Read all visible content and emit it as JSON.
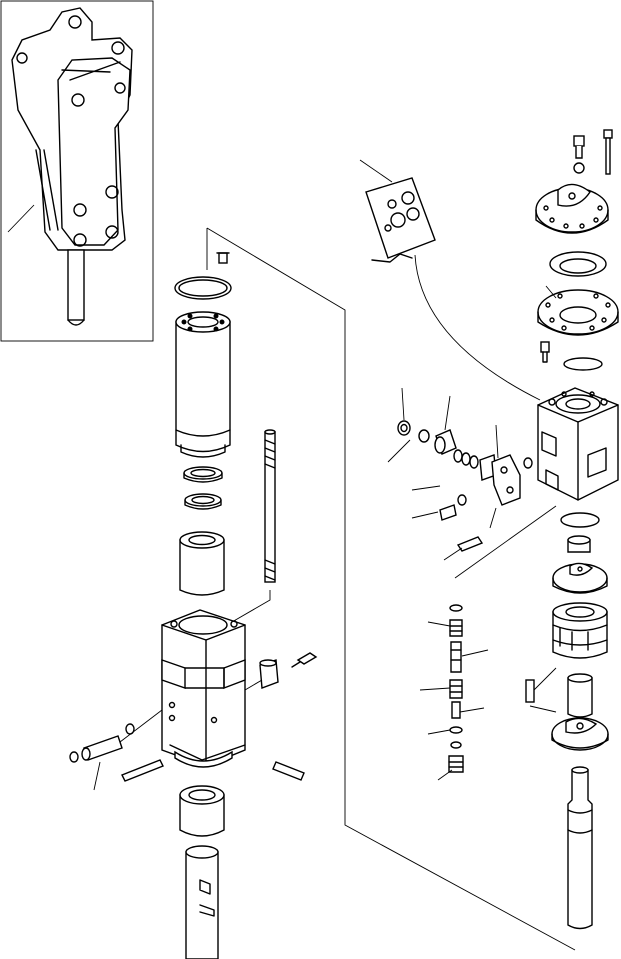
{
  "figure": {
    "kind": "exploded parts diagram",
    "main_parts": [
      "breaker-unit-overview",
      "cylinder",
      "tie-rod",
      "front-head",
      "chisel",
      "seal-kit",
      "valve-assembly",
      "accumulator-cover",
      "piston"
    ]
  }
}
